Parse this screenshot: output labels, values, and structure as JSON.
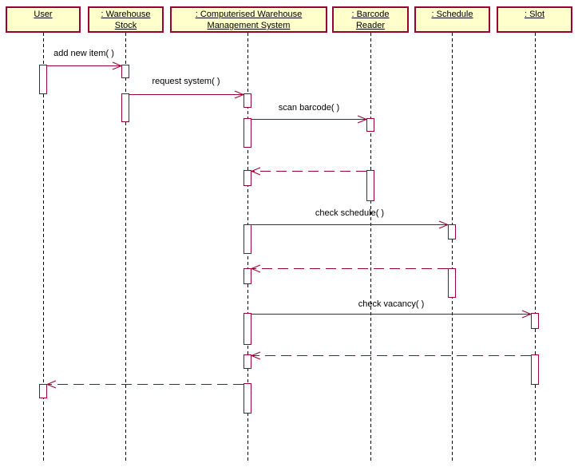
{
  "diagram": {
    "type": "uml-sequence-diagram",
    "colors": {
      "background": "#ffffff",
      "actor_box_fill": "#ffffcc",
      "line": "#990033",
      "lifeline": "#000000",
      "text": "#000000"
    }
  },
  "actors": [
    {
      "label": "User",
      "lines": [
        "User"
      ]
    },
    {
      "label": ": Warehouse Stock",
      "lines": [
        ": Warehouse",
        "Stock"
      ]
    },
    {
      "label": ": Computerised Warehouse Management System",
      "lines": [
        ": Computerised Warehouse",
        "Management System"
      ]
    },
    {
      "label": ": Barcode Reader",
      "lines": [
        ": Barcode",
        "Reader"
      ]
    },
    {
      "label": ": Schedule",
      "lines": [
        ": Schedule"
      ]
    },
    {
      "label": ": Slot",
      "lines": [
        ": Slot"
      ]
    }
  ],
  "messages": [
    {
      "label": "add new item( )",
      "type": "call",
      "from": "User",
      "to": ": Warehouse Stock"
    },
    {
      "label": "request system( )",
      "type": "call",
      "from": ": Warehouse Stock",
      "to": ": Computerised Warehouse Management System"
    },
    {
      "label": "scan barcode( )",
      "type": "call",
      "from": ": Computerised Warehouse Management System",
      "to": ": Barcode Reader"
    },
    {
      "label": "",
      "type": "return",
      "from": ": Barcode Reader",
      "to": ": Computerised Warehouse Management System"
    },
    {
      "label": "check schedule( )",
      "type": "call",
      "from": ": Computerised Warehouse Management System",
      "to": ": Schedule"
    },
    {
      "label": "",
      "type": "return",
      "from": ": Schedule",
      "to": ": Computerised Warehouse Management System"
    },
    {
      "label": "check vacancy( )",
      "type": "call",
      "from": ": Computerised Warehouse Management System",
      "to": ": Slot"
    },
    {
      "label": "",
      "type": "return",
      "from": ": Slot",
      "to": ": Computerised Warehouse Management System"
    },
    {
      "label": "",
      "type": "return",
      "from": ": Computerised Warehouse Management System",
      "to": "User"
    }
  ]
}
